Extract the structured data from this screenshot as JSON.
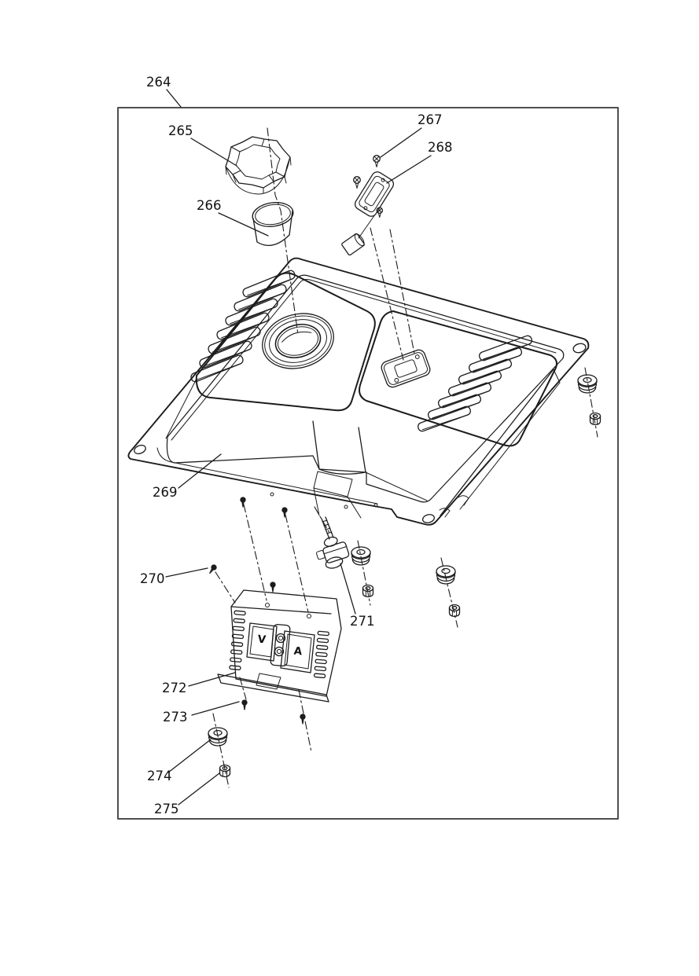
{
  "colors": {
    "line": "#1c1c1c",
    "frame": "#4f4f4f",
    "background": "#ffffff",
    "label_text": "#121212"
  },
  "panel": {
    "volt_label": "V",
    "amp_label": "A"
  },
  "callouts": [
    {
      "id": "264",
      "label": "264"
    },
    {
      "id": "265",
      "label": "265"
    },
    {
      "id": "266",
      "label": "266"
    },
    {
      "id": "267",
      "label": "267"
    },
    {
      "id": "268",
      "label": "268"
    },
    {
      "id": "269",
      "label": "269"
    },
    {
      "id": "270",
      "label": "270"
    },
    {
      "id": "271",
      "label": "271"
    },
    {
      "id": "272",
      "label": "272"
    },
    {
      "id": "273",
      "label": "273"
    },
    {
      "id": "274",
      "label": "274"
    },
    {
      "id": "275",
      "label": "275"
    }
  ]
}
